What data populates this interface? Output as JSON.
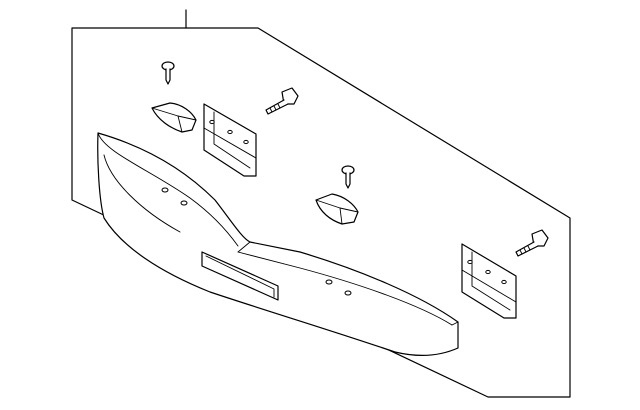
{
  "diagram": {
    "callout_number": "",
    "parts": [
      {
        "id": "tailgate-trim-panel",
        "label": ""
      },
      {
        "id": "push-pin-clip",
        "label": ""
      },
      {
        "id": "mounting-bracket",
        "label": ""
      },
      {
        "id": "bolt",
        "label": ""
      },
      {
        "id": "bumper-pad",
        "label": ""
      }
    ]
  },
  "colors": {
    "line": "#000000",
    "background": "#ffffff"
  }
}
